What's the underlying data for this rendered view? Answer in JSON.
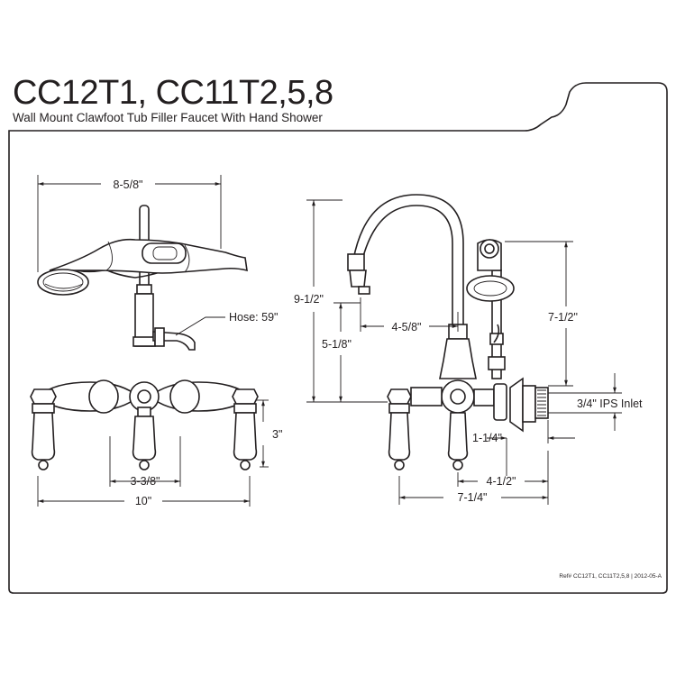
{
  "header": {
    "title": "CC12T1, CC11T2,5,8",
    "subtitle": "Wall Mount Clawfoot Tub Filler Faucet With Hand Shower"
  },
  "dimensions": {
    "top_width": "8-5/8\"",
    "hose": "Hose: 59\"",
    "center_spacing": "3-3/8\"",
    "overall_width": "10\"",
    "handle_height": "3\"",
    "total_height": "9-1/2\"",
    "spout_reach": "4-5/8\"",
    "spout_height": "5-1/8\"",
    "shower_height": "7-1/2\"",
    "inlet": "3/4\" IPS Inlet",
    "inlet_offset": "1-1/4\"",
    "projection": "4-1/2\"",
    "depth": "7-1/4\""
  },
  "footer": {
    "ref": "Ref# CC12T1, CC11T2,5,8 | 2012-05-A"
  },
  "colors": {
    "line": "#231f20",
    "background": "#ffffff"
  }
}
